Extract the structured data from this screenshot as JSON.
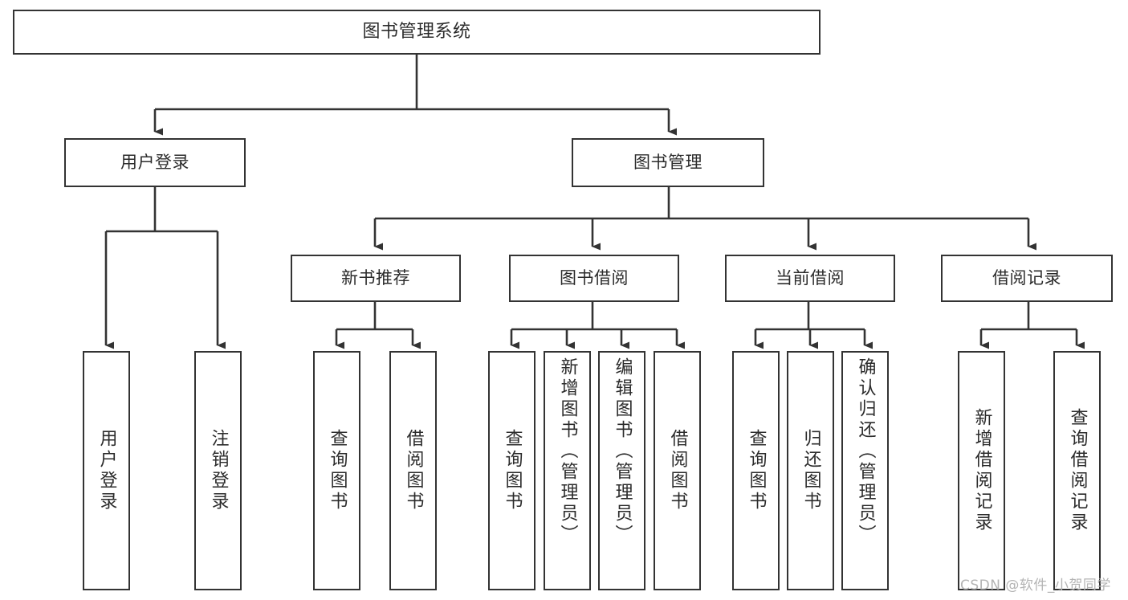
{
  "diagram": {
    "title": "图书管理系统",
    "type": "hierarchy-tree",
    "colors": {
      "box_border": "#333333",
      "box_fill": "#ffffff",
      "edge": "#333333",
      "text": "#2b2b2b",
      "watermark": "#b4b4b4",
      "background": "#ffffff"
    },
    "watermark": "CSDN @软件_小贺同学",
    "levels": [
      {
        "level": 0,
        "nodes": [
          {
            "id": "root",
            "label": "图书管理系统",
            "orientation": "horizontal"
          }
        ]
      },
      {
        "level": 1,
        "nodes": [
          {
            "id": "login",
            "label": "用户登录",
            "orientation": "horizontal",
            "parent": "root"
          },
          {
            "id": "bookmgmt",
            "label": "图书管理",
            "orientation": "horizontal",
            "parent": "root"
          }
        ]
      },
      {
        "level": 2,
        "nodes": [
          {
            "id": "newbook",
            "label": "新书推荐",
            "orientation": "horizontal",
            "parent": "bookmgmt"
          },
          {
            "id": "borrow",
            "label": "图书借阅",
            "orientation": "horizontal",
            "parent": "bookmgmt"
          },
          {
            "id": "current",
            "label": "当前借阅",
            "orientation": "horizontal",
            "parent": "bookmgmt"
          },
          {
            "id": "record",
            "label": "借阅记录",
            "orientation": "horizontal",
            "parent": "bookmgmt"
          }
        ]
      },
      {
        "level": 3,
        "nodes": [
          {
            "id": "leaf1",
            "label": "用户登录",
            "orientation": "vertical",
            "parent": "login"
          },
          {
            "id": "leaf2",
            "label": "注销登录",
            "orientation": "vertical",
            "parent": "login"
          },
          {
            "id": "leaf3",
            "label": "查询图书",
            "orientation": "vertical",
            "parent": "newbook"
          },
          {
            "id": "leaf4",
            "label": "借阅图书",
            "orientation": "vertical",
            "parent": "newbook"
          },
          {
            "id": "leaf5",
            "label": "查询图书",
            "orientation": "vertical",
            "parent": "borrow"
          },
          {
            "id": "leaf6",
            "label": "新增图书（管理员）",
            "orientation": "vertical",
            "parent": "borrow"
          },
          {
            "id": "leaf7",
            "label": "编辑图书（管理员）",
            "orientation": "vertical",
            "parent": "borrow"
          },
          {
            "id": "leaf8",
            "label": "借阅图书",
            "orientation": "vertical",
            "parent": "borrow"
          },
          {
            "id": "leaf9",
            "label": "查询图书",
            "orientation": "vertical",
            "parent": "current"
          },
          {
            "id": "leaf10",
            "label": "归还图书",
            "orientation": "vertical",
            "parent": "current"
          },
          {
            "id": "leaf11",
            "label": "确认归还（管理员）",
            "orientation": "vertical",
            "parent": "current"
          },
          {
            "id": "leaf12",
            "label": "新增借阅记录",
            "orientation": "vertical",
            "parent": "record"
          },
          {
            "id": "leaf13",
            "label": "查询借阅记录",
            "orientation": "vertical",
            "parent": "record"
          }
        ]
      }
    ]
  }
}
